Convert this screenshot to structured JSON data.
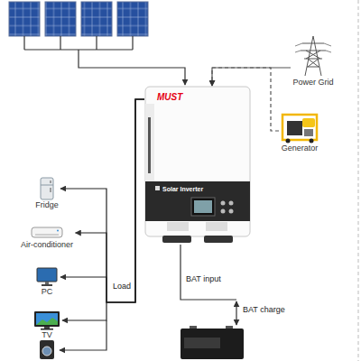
{
  "diagram": {
    "nodes": [
      {
        "text": [
          "Power Grid"
        ]
      },
      {
        "text": [
          "MUST",
          "Solar Inverter"
        ]
      },
      {
        "text": [
          "Generator"
        ]
      },
      {
        "text": [
          "Fridge"
        ]
      },
      {
        "text": [
          "Air-conditioner"
        ]
      },
      {
        "text": [
          "PC"
        ]
      },
      {
        "text": [
          "TV"
        ]
      }
    ],
    "edges": [
      {
        "from": 0,
        "to": 1,
        "arrow": "to"
      },
      {
        "from": 2,
        "to": 1,
        "arrow": "to"
      },
      {
        "from": 1,
        "to": 3,
        "arrow": "to"
      },
      {
        "from": 1,
        "to": 4,
        "arrow": "to"
      },
      {
        "from": 1,
        "to": 5,
        "arrow": "to"
      },
      {
        "from": 1,
        "to": 6,
        "arrow": "to"
      }
    ],
    "labels": [
      "Load",
      "BAT input",
      "BAT charge"
    ]
  }
}
